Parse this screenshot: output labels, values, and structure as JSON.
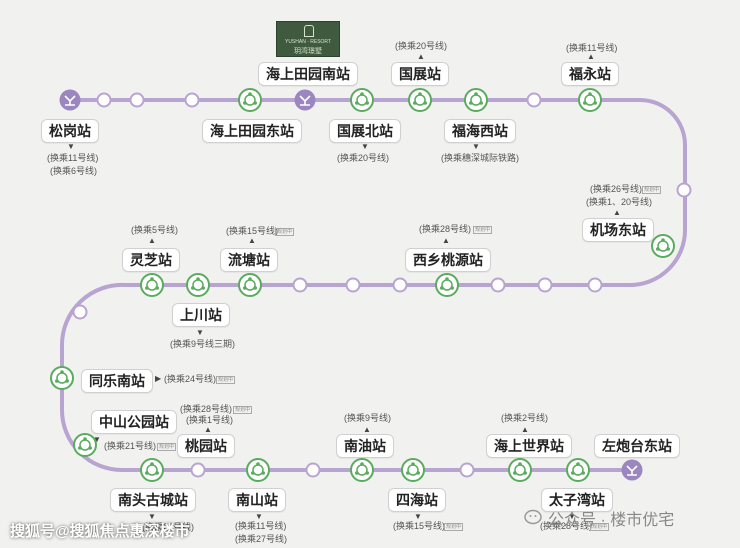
{
  "colors": {
    "line": "#b8a4d0",
    "transfer": "#5aab5e",
    "hub": "#9b86c0",
    "plain_fill": "#ffffff"
  },
  "stations": {
    "songgang": "松岗站",
    "haishangtianyuannan": "海上田园南站",
    "haishangtianyuandong": "海上田园东站",
    "guozhan": "国展站",
    "guozhanbei": "国展北站",
    "fuhaixi": "福海西站",
    "fuyong": "福永站",
    "jichangdong": "机场东站",
    "xixiangtaoyuan": "西乡桃源站",
    "liutang": "流塘站",
    "lingzhi": "灵芝站",
    "shangchuan": "上川站",
    "tonglenan": "同乐南站",
    "zhongshangongyuan": "中山公园站",
    "taoyuan": "桃园站",
    "nantouguchen": "南头古城站",
    "nanshan": "南山站",
    "nanyou": "南油站",
    "sihai": "四海站",
    "haishangshijie": "海上世界站",
    "taiziwan": "太子湾站",
    "zuopaotaidong": "左炮台东站"
  },
  "transfers": {
    "songgang_a": "(换乘11号线)",
    "songgang_b": "(换乘6号线)",
    "guozhan": "(换乘20号线)",
    "guozhanbei": "(换乘20号线)",
    "fuhaixi": "(换乘穗深城际铁路)",
    "fuyong": "(换乘11号线)",
    "jichangdong_a": "(换乘26号线)",
    "jichangdong_b": "(换乘1、20号线)",
    "xixiangtaoyuan": "(换乘28号线)",
    "liutang": "(换乘15号线)",
    "lingzhi": "(换乘5号线)",
    "shangchuan": "(换乘9号线三期)",
    "tonglenan": "(换乘24号线)",
    "zhongshangongyuan": "(换乘21号线)",
    "taoyuan_a": "(换乘28号线)",
    "taoyuan_b": "(换乘1号线)",
    "nantouguchen": "(换乘27号线)",
    "nanshan_a": "(换乘11号线)",
    "nanshan_b": "(换乘27号线)",
    "nanyou": "(换乘9号线)",
    "sihai": "(换乘15号线)",
    "haishangshijie": "(换乘2号线)",
    "taiziwan": "(换乘28号线)"
  },
  "plan_tag": "规划中",
  "logo": {
    "line1": "YUSHAN · RESORT",
    "line2": "玥湾璟墅"
  },
  "watermarks": {
    "left": "搜狐号@搜狐焦点惠深楼市",
    "right": "公众号 · 楼市优宅"
  }
}
